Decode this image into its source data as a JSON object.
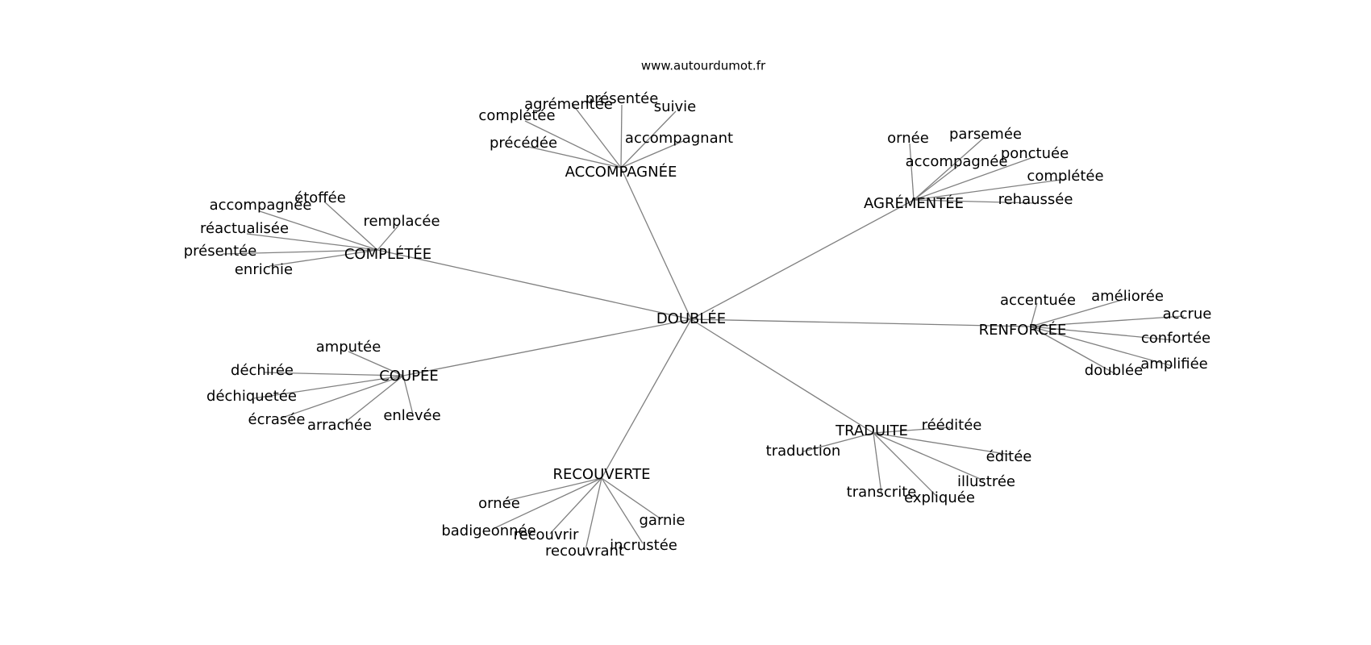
{
  "site": "www.autourdumot.fr",
  "graph": {
    "center": "DOUBLÉE",
    "groups": [
      {
        "id": "accompagnee",
        "label": "ACCOMPAGNÉE",
        "leaves": [
          "complétée",
          "agrémentée",
          "présentée",
          "suivie",
          "précédée",
          "accompagnant"
        ]
      },
      {
        "id": "agrementee",
        "label": "AGRÉMENTÉE",
        "leaves": [
          "ornée",
          "parsemée",
          "accompagnée",
          "ponctuée",
          "complétée",
          "rehaussée"
        ]
      },
      {
        "id": "completee",
        "label": "COMPLÉTÉE",
        "leaves": [
          "étoffée",
          "accompagnée",
          "remplacée",
          "réactualisée",
          "présentée",
          "enrichie"
        ]
      },
      {
        "id": "renforcee",
        "label": "RENFORCÉE",
        "leaves": [
          "accentuée",
          "améliorée",
          "accrue",
          "confortée",
          "amplifiée",
          "doublée"
        ]
      },
      {
        "id": "coupee",
        "label": "COUPÉE",
        "leaves": [
          "amputée",
          "déchirée",
          "déchiquetée",
          "écrasée",
          "arrachée",
          "enlevée"
        ]
      },
      {
        "id": "traduite",
        "label": "TRADUITE",
        "leaves": [
          "rééditée",
          "traduction",
          "éditée",
          "illustrée",
          "transcrite",
          "expliquée"
        ]
      },
      {
        "id": "recouverte",
        "label": "RECOUVERTE",
        "leaves": [
          "ornée",
          "badigeonnée",
          "recouvrir",
          "recouvrant",
          "incrustée",
          "garnie"
        ]
      }
    ]
  }
}
